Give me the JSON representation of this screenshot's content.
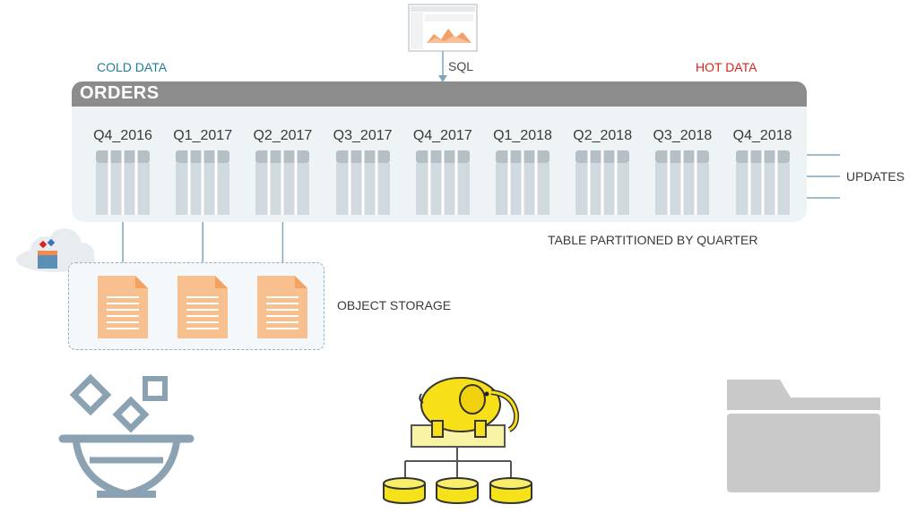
{
  "labels": {
    "cold_data": "COLD DATA",
    "hot_data": "HOT DATA",
    "sql": "SQL",
    "table_name": "ORDERS",
    "updates": "UPDATES",
    "partition_caption": "TABLE PARTITIONED BY QUARTER",
    "object_storage": "OBJECT STORAGE"
  },
  "partitions": [
    "Q4_2016",
    "Q1_2017",
    "Q2_2017",
    "Q3_2017",
    "Q4_2017",
    "Q1_2018",
    "Q2_2018",
    "Q3_2018",
    "Q4_2018"
  ],
  "offloaded_partitions": [
    "Q4_2016",
    "Q1_2017",
    "Q2_2017"
  ],
  "colors": {
    "cold": "#1d7e96",
    "hot": "#d8241f",
    "table_header": "#8c8c8c",
    "panel": "#eef3f5",
    "file": "#f9c08f",
    "hadoop_yellow": "#f7e017",
    "database_yellow": "#f5e21a",
    "folder_gray": "#c9c9c9",
    "bowl_icon": "#8aa2b2",
    "arrow": "#7fa6bd"
  },
  "icons": {
    "dashboard": "dashboard-screenshot-icon",
    "cloud": "cloud-storage-icon",
    "bowl": "bowl-icon",
    "hadoop": "hadoop-elephant-icon",
    "folder": "folder-icon"
  }
}
